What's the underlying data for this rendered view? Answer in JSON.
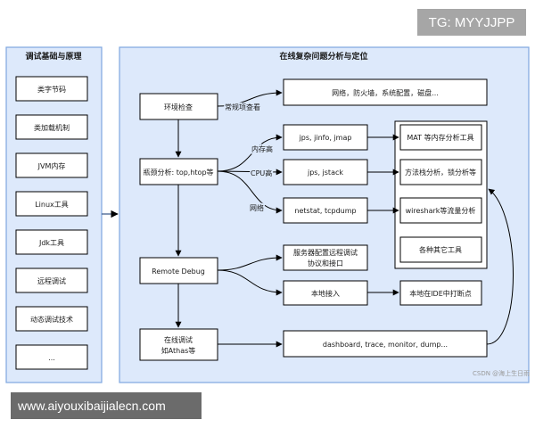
{
  "watermark": "TG: MYYJJPP",
  "url_banner": "www.aiyouxibaijialecn.com",
  "csdn_credit": "CSDN @海上生日雨",
  "left_panel": {
    "title": "调试基础与原理",
    "items": [
      "类字节码",
      "类加载机制",
      "JVM内存",
      "Linux工具",
      "Jdk工具",
      "远程调试",
      "动态调试技术",
      "..."
    ]
  },
  "right_panel": {
    "title": "在线复杂问题分析与定位",
    "nodes": {
      "env_check": "环境检查",
      "env_detail": "网络，防火墙，系统配置，磁盘...",
      "bottleneck": "瓶颈分析: top,htop等",
      "jps_jinfo": "jps, jinfo, jmap",
      "jps_jstack": "jps, jstack",
      "netstat": "netstat, tcpdump",
      "mat": "MAT 等内存分析工具",
      "stack_analysis": "方法栈分析，锁分析等",
      "wireshark": "wireshark等流量分析",
      "other_tools": "各种其它工具",
      "remote_debug": "Remote Debug",
      "server_config": [
        "服务器配置远程调试",
        "协议和接口"
      ],
      "local_access": "本地接入",
      "local_ide": "本地在IDE中打断点",
      "online_debug": [
        "在线调试",
        "如Athas等"
      ],
      "dashboard": "dashboard, trace, monitor, dump..."
    },
    "edge_labels": {
      "routine_check": "常规项查看",
      "high_memory": "内存高",
      "high_cpu": "CPU高",
      "network": "网络"
    }
  },
  "colors": {
    "panel_bg": "#dde9fb",
    "panel_border": "#7ea6e0",
    "box_fill": "#ffffff",
    "stroke": "#000000",
    "arrow_blue": "#3d5a8a"
  }
}
